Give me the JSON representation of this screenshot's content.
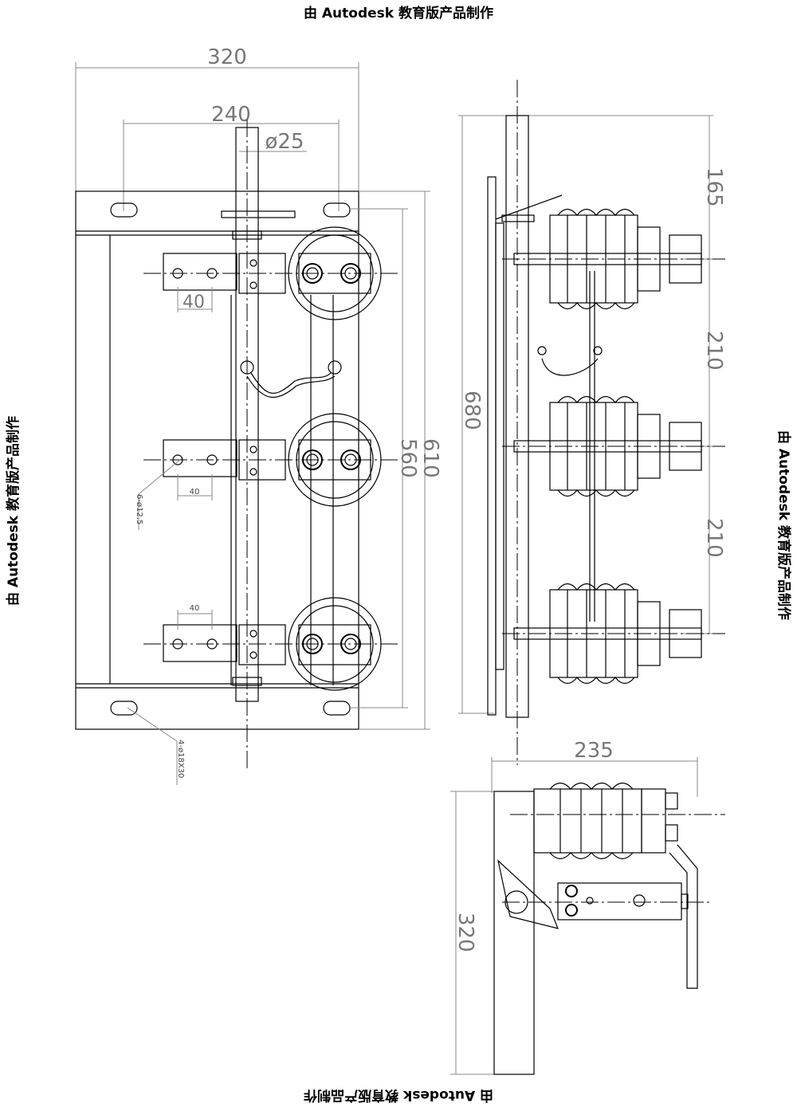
{
  "watermark": "由 Autodesk 教育版产品制作",
  "front_view": {
    "dim_width": "320",
    "dim_hole_spacing": "240",
    "dim_shaft": "ø25",
    "dim_bar_hole_top": "40",
    "dim_bar_hole_mid": "40",
    "dim_bar_hole_bot": "40",
    "note_bar_holes": "6-ø12.5",
    "note_mount_holes": "4-ø18X30",
    "dim_height_outer": "610",
    "dim_height_inner": "560"
  },
  "side_view": {
    "dim_overall": "680",
    "dim_top": "165",
    "dim_pitch_1": "210",
    "dim_pitch_2": "210"
  },
  "end_view": {
    "dim_depth": "235",
    "dim_height": "320"
  }
}
